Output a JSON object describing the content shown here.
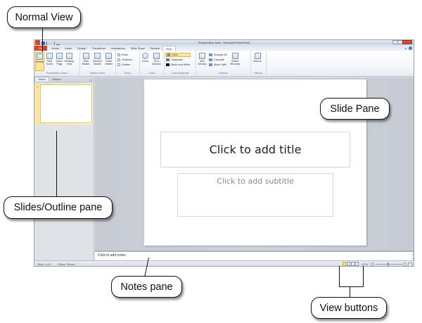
{
  "window": {
    "title": "Presentation Jane  -  Microsoft PowerPoint",
    "controls": [
      "minimize",
      "maximize",
      "close"
    ]
  },
  "quick_access": [
    "save-icon",
    "undo-icon",
    "redo-icon",
    "customize-icon"
  ],
  "tabs": [
    {
      "label": "File",
      "active": false
    },
    {
      "label": "Home",
      "active": false
    },
    {
      "label": "Insert",
      "active": false
    },
    {
      "label": "Design",
      "active": false
    },
    {
      "label": "Transitions",
      "active": false
    },
    {
      "label": "Animations",
      "active": false
    },
    {
      "label": "Slide Show",
      "active": false
    },
    {
      "label": "Review",
      "active": false
    },
    {
      "label": "View",
      "active": true
    }
  ],
  "ribbon": {
    "presentation_views": {
      "label": "Presentation Views",
      "buttons": [
        "Normal",
        "Slide Sorter",
        "Notes Page",
        "Reading View"
      ]
    },
    "master_views": {
      "label": "Master Views",
      "buttons": [
        "Slide Master",
        "Handout Master",
        "Notes Master"
      ]
    },
    "show": {
      "label": "Show",
      "checkboxes": [
        "Ruler",
        "Gridlines",
        "Guides"
      ]
    },
    "zoom": {
      "label": "Zoom",
      "buttons": [
        "Zoom",
        "Fit to Window"
      ]
    },
    "color_grayscale": {
      "label": "Color/Grayscale",
      "buttons": [
        "Color",
        "Grayscale",
        "Black and White"
      ]
    },
    "window": {
      "label": "Window",
      "new_window": "New Window",
      "small": [
        "Arrange All",
        "Cascade",
        "Move Split"
      ],
      "switch": "Switch Windows"
    },
    "macros": {
      "label": "Macros",
      "buttons": [
        "Macros"
      ]
    }
  },
  "left_pane": {
    "tabs": [
      "Slides",
      "Outline"
    ],
    "close": "x",
    "thumbnail_number": "1"
  },
  "slide": {
    "title_placeholder": "Click to add title",
    "subtitle_placeholder": "Click to add subtitle"
  },
  "notes": {
    "placeholder": "Click to add notes"
  },
  "status_bar": {
    "slide_info": "Slide 1 of 1",
    "theme": "\"Office Theme\"",
    "zoom_level": "67%",
    "view_buttons": [
      "Normal",
      "Slide Sorter",
      "Reading View",
      "Slide Show"
    ]
  },
  "callouts": {
    "normal_view": "Normal View",
    "slide_pane": "Slide Pane",
    "slides_outline_pane": "Slides/Outline pane",
    "notes_pane": "Notes pane",
    "view_buttons": "View buttons"
  },
  "colors": {
    "file_tab": "#d24726",
    "selected_highlight": "#fde79a",
    "help_icon": "#2f6fd1"
  }
}
